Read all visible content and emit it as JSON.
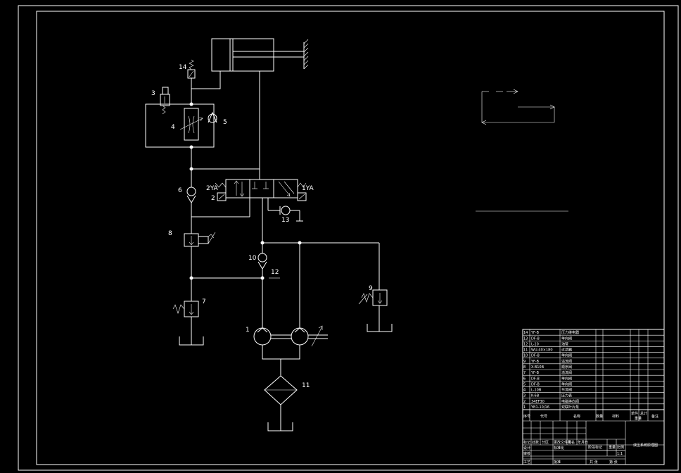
{
  "callouts": {
    "c1": "1",
    "c2": "2",
    "c3": "3",
    "c4": "4",
    "c5": "5",
    "c6": "6",
    "c7": "7",
    "c8": "8",
    "c9": "9",
    "c10": "10",
    "c11": "11",
    "c12": "12",
    "c13": "13",
    "c14": "14"
  },
  "solenoids": {
    "left": "2YA",
    "right": "1YA"
  },
  "title_block": {
    "drawing_title": "液压系统原理图",
    "header": {
      "no": "序号",
      "code": "代号",
      "name": "名称",
      "qty": "数量",
      "material": "材料",
      "unit_weight": "单件",
      "total_weight": "总计",
      "weight": "重量",
      "remark": "备注"
    },
    "rows": [
      {
        "no": "14",
        "code": "YF-B",
        "name": "压力继电器"
      },
      {
        "no": "13",
        "code": "DF-B",
        "name": "单向阀"
      },
      {
        "no": "12",
        "code": "L-10",
        "name": "油管"
      },
      {
        "no": "11",
        "code": "WU-40×180",
        "name": "过滤器"
      },
      {
        "no": "10",
        "code": "DF-B",
        "name": "单向阀"
      },
      {
        "no": "9",
        "code": "YF-B",
        "name": "溢流阀"
      },
      {
        "no": "8",
        "code": "X-B10B",
        "name": "顺序阀"
      },
      {
        "no": "7",
        "code": "YF-B",
        "name": "溢流阀"
      },
      {
        "no": "6",
        "code": "DF-B",
        "name": "单向阀"
      },
      {
        "no": "5",
        "code": "DF-B",
        "name": "单向阀"
      },
      {
        "no": "4",
        "code": "L-10B",
        "name": "节流阀"
      },
      {
        "no": "3",
        "code": "K-6B",
        "name": "压力表"
      },
      {
        "no": "2",
        "code": "34EF30",
        "name": "电磁换向阀"
      },
      {
        "no": "1",
        "code": "YB1-10/16",
        "name": "双联叶片泵"
      }
    ],
    "sign_labels": {
      "mark": "标记",
      "count": "处数",
      "zone": "分区",
      "doc_no": "更改文件号",
      "signature": "签名",
      "date": "年月日",
      "design": "设计",
      "standard": "标准化",
      "review": "审核",
      "process": "工艺",
      "approve": "批准"
    },
    "stage_label": "阶段标记",
    "weight_label": "重量",
    "scale_label": "比例",
    "scale_value": "1:1",
    "sheets_label": "共 张",
    "sheet_label": "第 张"
  }
}
